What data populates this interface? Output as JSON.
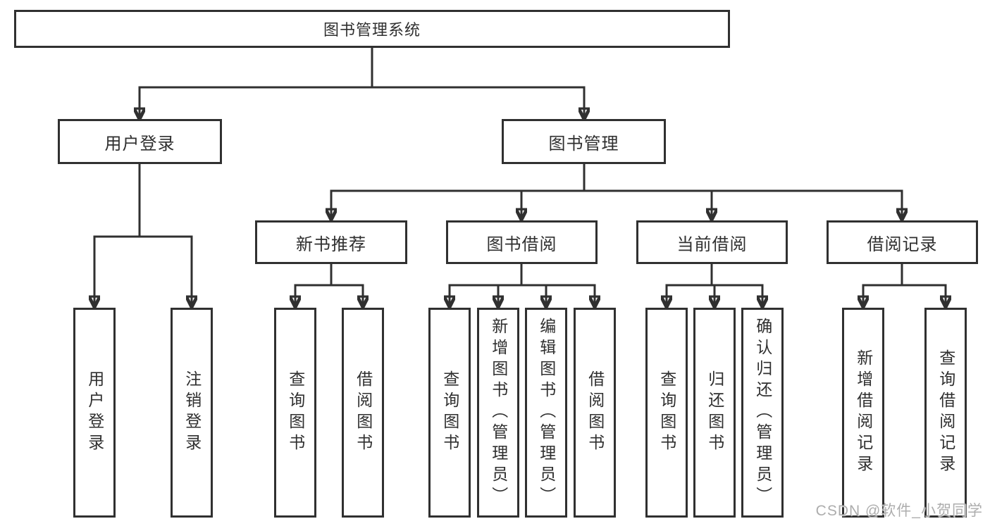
{
  "diagram": {
    "type": "hierarchy-tree",
    "tree": {
      "label": "图书管理系统",
      "children": [
        {
          "label": "用户登录",
          "children": [
            {
              "label": "用户登录"
            },
            {
              "label": "注销登录"
            }
          ]
        },
        {
          "label": "图书管理",
          "children": [
            {
              "label": "新书推荐",
              "children": [
                {
                  "label": "查询图书"
                },
                {
                  "label": "借阅图书"
                }
              ]
            },
            {
              "label": "图书借阅",
              "children": [
                {
                  "label": "查询图书"
                },
                {
                  "label": "新增图书（管理员）"
                },
                {
                  "label": "编辑图书（管理员）"
                },
                {
                  "label": "借阅图书"
                }
              ]
            },
            {
              "label": "当前借阅",
              "children": [
                {
                  "label": "查询图书"
                },
                {
                  "label": "归还图书"
                },
                {
                  "label": "确认归还（管理员）"
                }
              ]
            },
            {
              "label": "借阅记录",
              "children": [
                {
                  "label": "新增借阅记录"
                },
                {
                  "label": "查询借阅记录"
                }
              ]
            }
          ]
        }
      ]
    },
    "colors": {
      "line": "#303030",
      "text": "#2f2f2f",
      "box_background": "#ffffff",
      "page_background": "#ffffff",
      "watermark": "#adadad"
    }
  },
  "watermark": {
    "text": "CSDN @软件_小贺同学"
  }
}
